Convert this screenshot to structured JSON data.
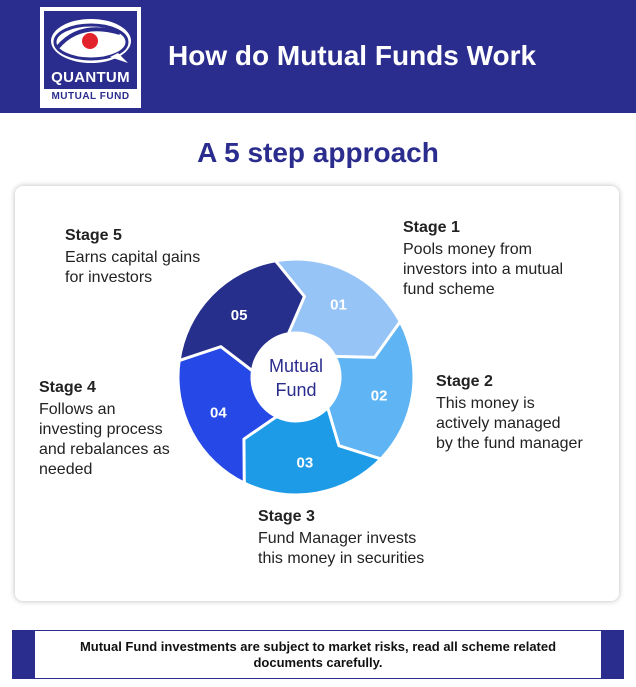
{
  "header": {
    "title": "How do Mutual Funds Work",
    "logo": {
      "name": "QUANTUM",
      "subtitle": "MUTUAL FUND"
    }
  },
  "subtitle": "A 5 step approach",
  "diagram": {
    "center_label": [
      "Mutual",
      "Fund"
    ],
    "colors": {
      "segment_01": "#96c4f6",
      "segment_02": "#5fb4f4",
      "segment_03": "#1e9be6",
      "segment_04": "#2548e6",
      "segment_05": "#262f8c",
      "center_text": "#2b2d8e",
      "brand": "#2b2d8e"
    },
    "segments": [
      "01",
      "02",
      "03",
      "04",
      "05"
    ],
    "stages": [
      {
        "title": "Stage 1",
        "desc": "Pools money from\ninvestors into a mutual\nfund scheme"
      },
      {
        "title": "Stage 2",
        "desc": "This money is\nactively managed\nby the fund manager"
      },
      {
        "title": "Stage 3",
        "desc": "Fund Manager invests\nthis money in securities"
      },
      {
        "title": "Stage 4",
        "desc": "Follows an\ninvesting process\nand rebalances as\nneeded"
      },
      {
        "title": "Stage 5",
        "desc": "Earns capital gains\nfor investors"
      }
    ]
  },
  "disclaimer": "Mutual Fund investments are subject to market risks, read all scheme related documents carefully."
}
